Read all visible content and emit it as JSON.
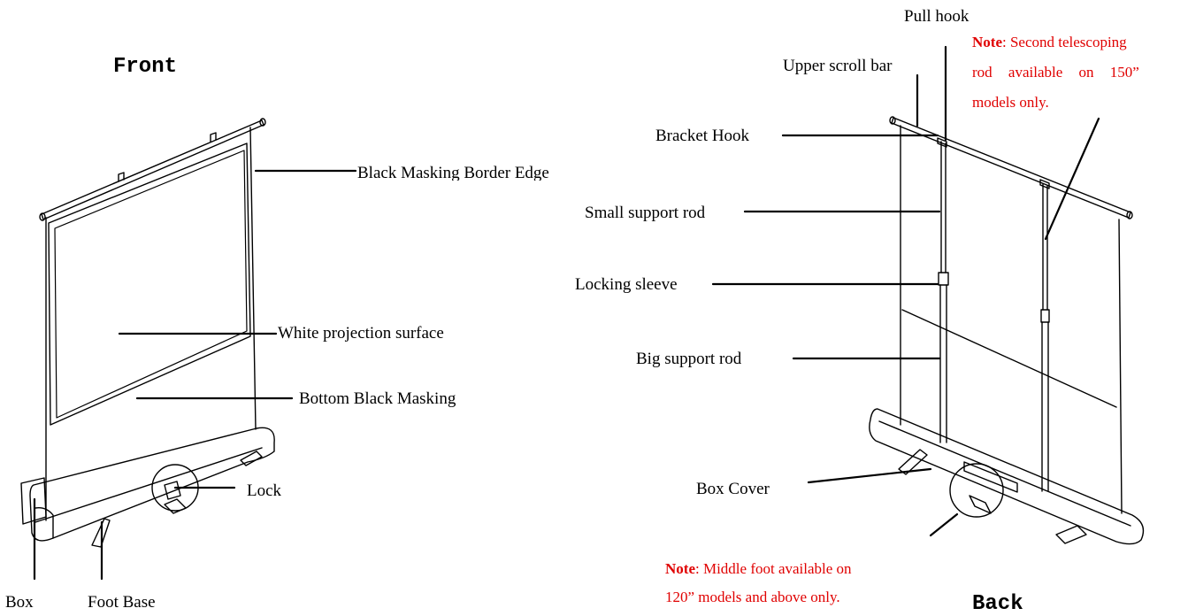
{
  "front": {
    "heading": "Front",
    "labels": {
      "black_masking_border_edge": "Black Masking Border Edge",
      "white_projection_surface": "White projection surface",
      "bottom_black_masking": "Bottom Black Masking",
      "lock": "Lock",
      "box": "Box",
      "foot_base": "Foot Base"
    }
  },
  "back": {
    "heading": "Back",
    "labels": {
      "pull_hook": "Pull hook",
      "upper_scroll_bar": "Upper scroll bar",
      "bracket_hook": "Bracket Hook",
      "small_support_rod": "Small support rod",
      "locking_sleeve": "Locking sleeve",
      "big_support_rod": "Big support rod",
      "box_cover": "Box Cover"
    },
    "note_top": {
      "bold": "Note",
      "line1_rest": ": Second telescoping",
      "line2": "rod available on 150”",
      "line3": "models only."
    },
    "note_bottom": {
      "bold": "Note",
      "line1_rest": ": Middle foot available on",
      "line2": "120” models and above only."
    }
  },
  "colors": {
    "note": "#e00000",
    "line": "#000000"
  }
}
